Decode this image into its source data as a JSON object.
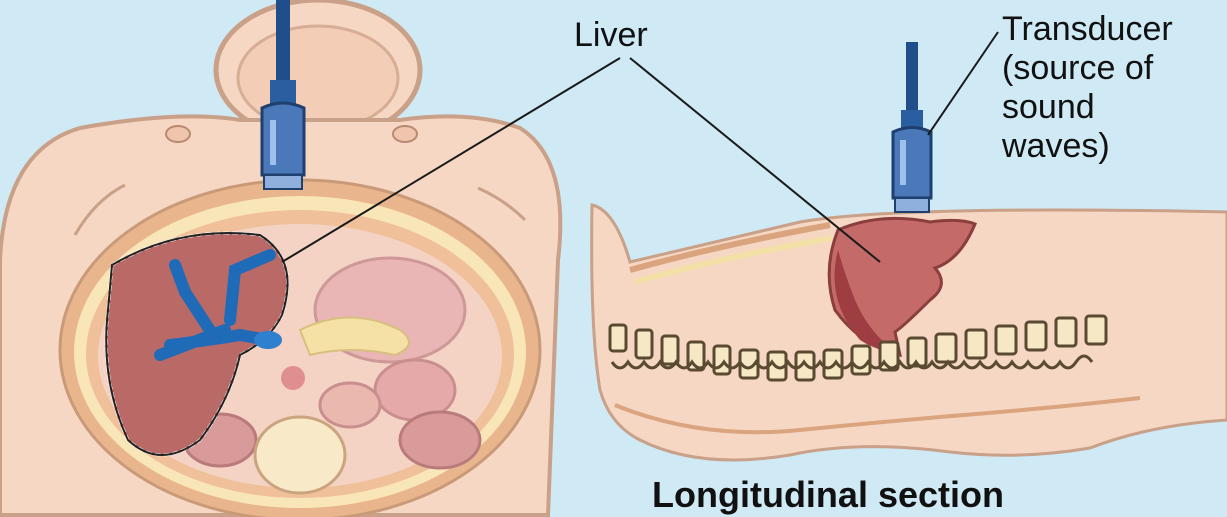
{
  "labels": {
    "liver": "Liver",
    "transducer_lines": [
      "Transducer",
      "(source of",
      "sound",
      "waves)"
    ]
  },
  "caption": "Longitudinal section",
  "colors": {
    "background": "#cfe9f5",
    "skin": "#f6d7c3",
    "skin_outline": "#c9a088",
    "body_wall": "#e9b58d",
    "liver": "#b96a66",
    "vessels": "#1f6bb8",
    "transducer": "#4a78b8",
    "vertebrae": "#f6e8c5"
  },
  "icons": {
    "left_probe": "ultrasound-transducer",
    "right_probe": "ultrasound-transducer"
  }
}
